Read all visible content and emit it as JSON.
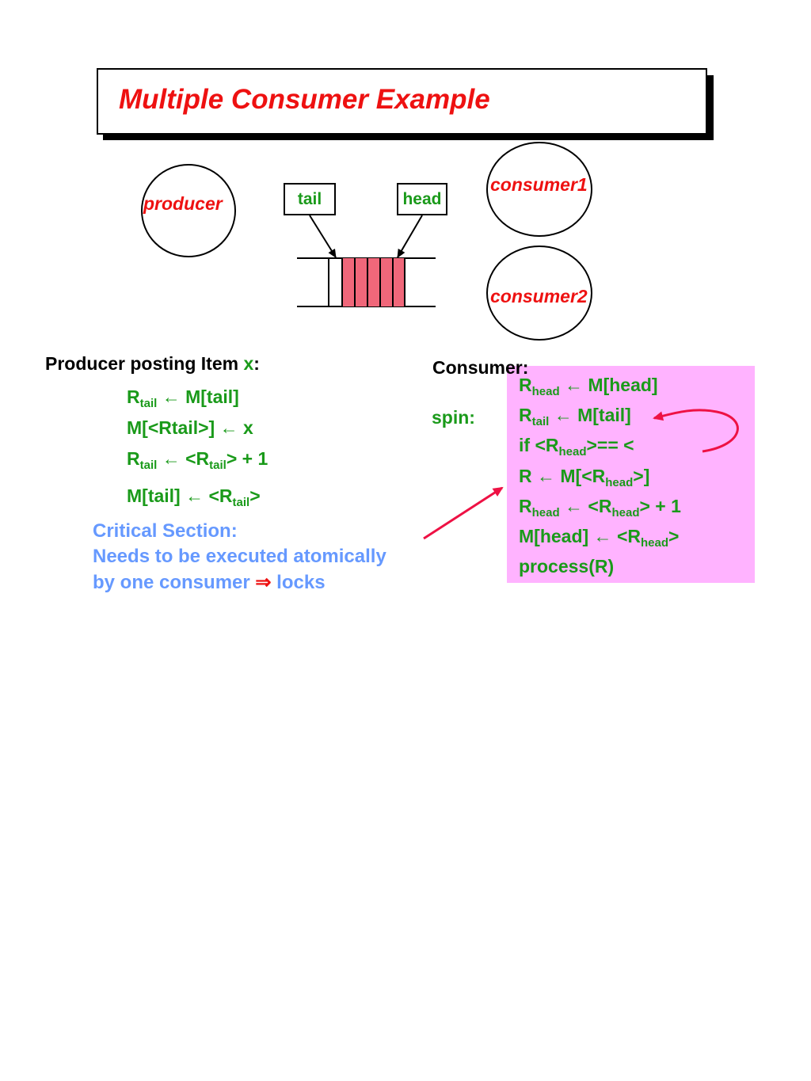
{
  "title": "Multiple Consumer Example",
  "diagram": {
    "producer_label": "producer",
    "consumer1_label": "consumer1",
    "consumer2_label": "consumer2",
    "tail_label": "tail",
    "head_label": "head",
    "queue_fill_color": "#f0677a"
  },
  "producer": {
    "heading_text": "Producer posting Item ",
    "heading_var": "x",
    "heading_colon": ":",
    "lines": [
      {
        "r": "R",
        "sub": "tail",
        "rest": " ← M[tail]"
      },
      {
        "text": "M[<Rtail>] ← x"
      },
      {
        "r": "R",
        "sub": "tail",
        "mid": " ← <R",
        "sub2": "tail",
        "rest": "> + 1"
      },
      {
        "pre": "M[tail] ← <R",
        "sub": "tail",
        "rest": ">"
      }
    ]
  },
  "critical": {
    "line1": "Critical Section:",
    "line2": "Needs to be executed atomically",
    "line3_a": "by one consumer ",
    "line3_arrow": "⇒",
    "line3_b": " locks"
  },
  "consumer": {
    "heading": "Consumer:",
    "spin_label": "spin:",
    "lines": [
      {
        "r": "R",
        "sub": "head",
        "rest": " ← M[head]"
      },
      {
        "r": "R",
        "sub": "tail",
        "rest": " ← M[tail]"
      },
      {
        "pre": "if <R",
        "sub": "head",
        "rest": ">== <"
      },
      {
        "pre": "R ← M[<R",
        "sub": "head",
        "rest": ">]"
      },
      {
        "r": "R",
        "sub": "head",
        "mid": " ← <R",
        "sub2": "head",
        "rest": "> + 1"
      },
      {
        "pre": "M[head] ← <R",
        "sub": "head",
        "rest": ">"
      },
      {
        "text": "process(R)"
      }
    ],
    "panel_color": "#ffb3ff"
  }
}
